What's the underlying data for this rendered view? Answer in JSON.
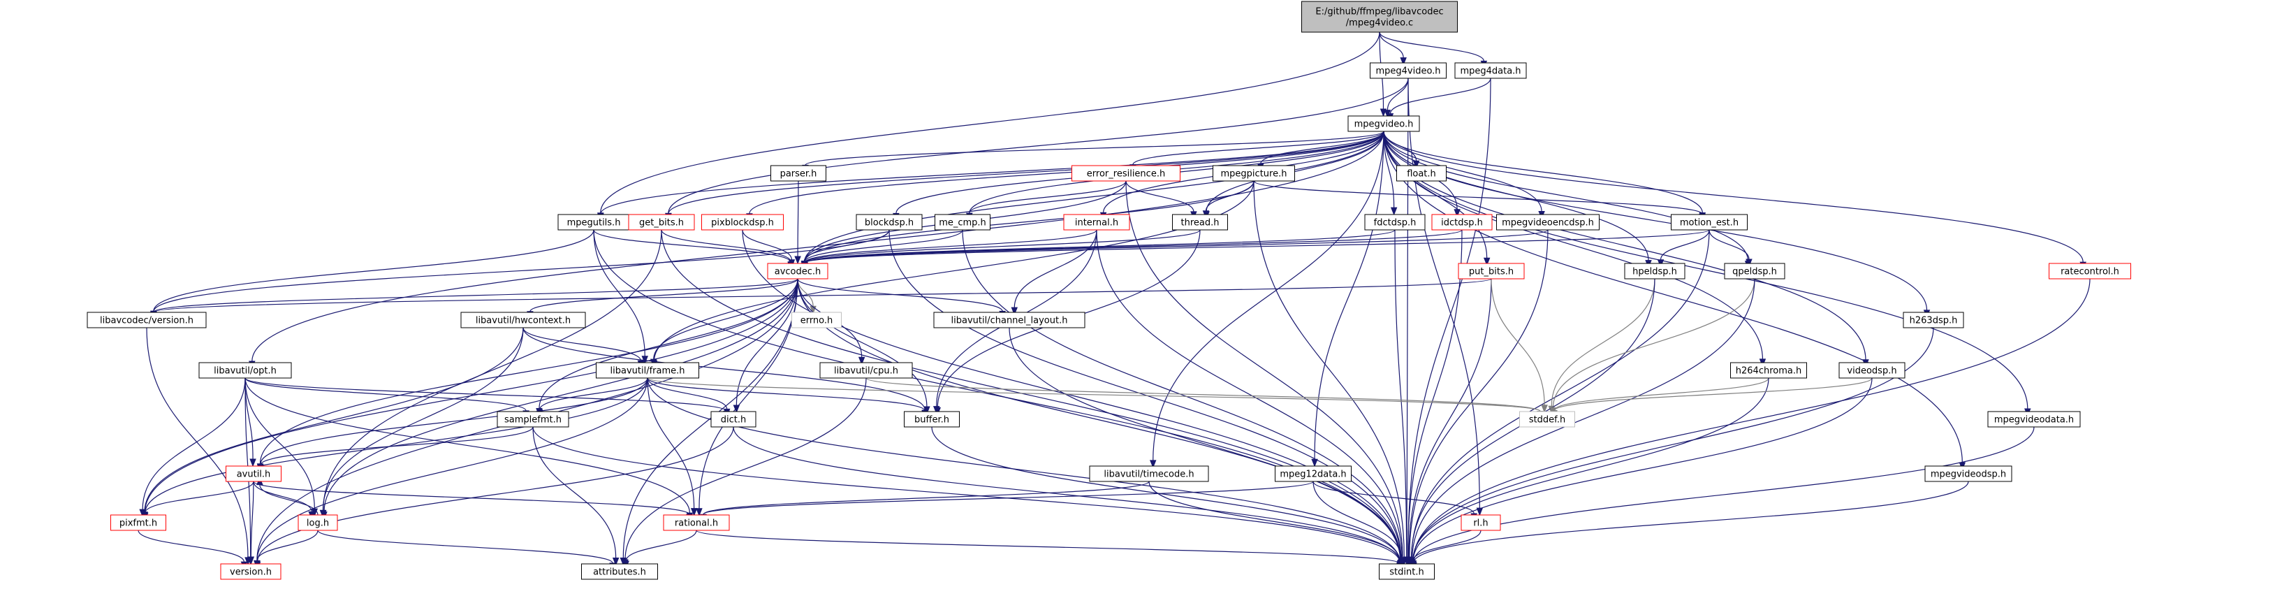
{
  "graph": {
    "colors": {
      "edge": "#191970",
      "edge_grey": "#7f7f7f",
      "border_normal": "#000000",
      "border_red": "#ff0000",
      "border_grey": "#bfbfbf",
      "root_fill": "#bfbfbf",
      "fill": "#ffffff"
    },
    "nodes": [
      {
        "id": "root",
        "label": "E:/github/ffmpeg/libavcodec\n/mpeg4video.c",
        "style": "root"
      },
      {
        "id": "mpeg4video_h",
        "label": "mpeg4video.h",
        "style": "normal"
      },
      {
        "id": "mpeg4data_h",
        "label": "mpeg4data.h",
        "style": "normal"
      },
      {
        "id": "mpegvideo_h",
        "label": "mpegvideo.h",
        "style": "normal"
      },
      {
        "id": "parser_h",
        "label": "parser.h",
        "style": "normal"
      },
      {
        "id": "error_resilience_h",
        "label": "error_resilience.h",
        "style": "red"
      },
      {
        "id": "mpegpicture_h",
        "label": "mpegpicture.h",
        "style": "normal"
      },
      {
        "id": "float_h",
        "label": "float.h",
        "style": "normal"
      },
      {
        "id": "mpegutils_h",
        "label": "mpegutils.h",
        "style": "normal"
      },
      {
        "id": "get_bits_h",
        "label": "get_bits.h",
        "style": "red"
      },
      {
        "id": "pixblockdsp_h",
        "label": "pixblockdsp.h",
        "style": "red"
      },
      {
        "id": "blockdsp_h",
        "label": "blockdsp.h",
        "style": "normal"
      },
      {
        "id": "me_cmp_h",
        "label": "me_cmp.h",
        "style": "normal"
      },
      {
        "id": "internal_h",
        "label": "internal.h",
        "style": "red"
      },
      {
        "id": "thread_h",
        "label": "thread.h",
        "style": "normal"
      },
      {
        "id": "fdctdsp_h",
        "label": "fdctdsp.h",
        "style": "normal"
      },
      {
        "id": "idctdsp_h",
        "label": "idctdsp.h",
        "style": "red"
      },
      {
        "id": "mpegvideoencdsp_h",
        "label": "mpegvideoencdsp.h",
        "style": "normal"
      },
      {
        "id": "motion_est_h",
        "label": "motion_est.h",
        "style": "normal"
      },
      {
        "id": "ratecontrol_h",
        "label": "ratecontrol.h",
        "style": "red"
      },
      {
        "id": "avcodec_h",
        "label": "avcodec.h",
        "style": "red"
      },
      {
        "id": "put_bits_h",
        "label": "put_bits.h",
        "style": "red"
      },
      {
        "id": "hpeldsp_h",
        "label": "hpeldsp.h",
        "style": "normal"
      },
      {
        "id": "qpeldsp_h",
        "label": "qpeldsp.h",
        "style": "normal"
      },
      {
        "id": "libavcodec_version_h",
        "label": "libavcodec/version.h",
        "style": "normal"
      },
      {
        "id": "errno_h",
        "label": "errno.h",
        "style": "grey"
      },
      {
        "id": "channel_layout_h",
        "label": "libavutil/channel_layout.h",
        "style": "normal"
      },
      {
        "id": "h263dsp_h",
        "label": "h263dsp.h",
        "style": "normal"
      },
      {
        "id": "hwcontext_h",
        "label": "libavutil/hwcontext.h",
        "style": "normal"
      },
      {
        "id": "opt_h",
        "label": "libavutil/opt.h",
        "style": "normal"
      },
      {
        "id": "frame_h",
        "label": "libavutil/frame.h",
        "style": "normal"
      },
      {
        "id": "cpu_h",
        "label": "libavutil/cpu.h",
        "style": "normal"
      },
      {
        "id": "h264chroma_h",
        "label": "h264chroma.h",
        "style": "normal"
      },
      {
        "id": "videodsp_h",
        "label": "videodsp.h",
        "style": "normal"
      },
      {
        "id": "samplefmt_h",
        "label": "samplefmt.h",
        "style": "normal"
      },
      {
        "id": "dict_h",
        "label": "dict.h",
        "style": "normal"
      },
      {
        "id": "buffer_h",
        "label": "buffer.h",
        "style": "normal"
      },
      {
        "id": "stddef_h",
        "label": "stddef.h",
        "style": "grey"
      },
      {
        "id": "mpegvideodata_h",
        "label": "mpegvideodata.h",
        "style": "normal"
      },
      {
        "id": "avutil_h",
        "label": "avutil.h",
        "style": "red"
      },
      {
        "id": "timecode_h",
        "label": "libavutil/timecode.h",
        "style": "normal"
      },
      {
        "id": "mpeg12data_h",
        "label": "mpeg12data.h",
        "style": "normal"
      },
      {
        "id": "mpegvideodsp_h",
        "label": "mpegvideodsp.h",
        "style": "normal"
      },
      {
        "id": "pixfmt_h",
        "label": "pixfmt.h",
        "style": "red"
      },
      {
        "id": "log_h",
        "label": "log.h",
        "style": "red"
      },
      {
        "id": "rational_h",
        "label": "rational.h",
        "style": "red"
      },
      {
        "id": "rl_h",
        "label": "rl.h",
        "style": "red"
      },
      {
        "id": "version_h",
        "label": "version.h",
        "style": "red"
      },
      {
        "id": "attributes_h",
        "label": "attributes.h",
        "style": "normal"
      },
      {
        "id": "stdint_h",
        "label": "stdint.h",
        "style": "normal"
      }
    ],
    "edges": [
      [
        "root",
        "mpeg4video_h"
      ],
      [
        "root",
        "mpeg4data_h"
      ],
      [
        "root",
        "mpegvideo_h"
      ],
      [
        "root",
        "mpegutils_h"
      ],
      [
        "mpeg4video_h",
        "mpegvideo_h"
      ],
      [
        "mpeg4video_h",
        "get_bits_h"
      ],
      [
        "mpeg4video_h",
        "rl_h"
      ],
      [
        "mpeg4video_h",
        "stdint_h"
      ],
      [
        "mpeg4data_h",
        "mpegvideo_h"
      ],
      [
        "mpeg4data_h",
        "stdint_h"
      ],
      [
        "mpegvideo_h",
        "parser_h"
      ],
      [
        "mpegvideo_h",
        "error_resilience_h"
      ],
      [
        "mpegvideo_h",
        "mpegpicture_h"
      ],
      [
        "mpegvideo_h",
        "float_h"
      ],
      [
        "mpegvideo_h",
        "mpegutils_h"
      ],
      [
        "mpegvideo_h",
        "get_bits_h"
      ],
      [
        "mpegvideo_h",
        "pixblockdsp_h"
      ],
      [
        "mpegvideo_h",
        "blockdsp_h"
      ],
      [
        "mpegvideo_h",
        "me_cmp_h"
      ],
      [
        "mpegvideo_h",
        "internal_h"
      ],
      [
        "mpegvideo_h",
        "thread_h"
      ],
      [
        "mpegvideo_h",
        "fdctdsp_h"
      ],
      [
        "mpegvideo_h",
        "idctdsp_h"
      ],
      [
        "mpegvideo_h",
        "mpegvideoencdsp_h"
      ],
      [
        "mpegvideo_h",
        "motion_est_h"
      ],
      [
        "mpegvideo_h",
        "ratecontrol_h"
      ],
      [
        "mpegvideo_h",
        "avcodec_h"
      ],
      [
        "mpegvideo_h",
        "put_bits_h"
      ],
      [
        "mpegvideo_h",
        "hpeldsp_h"
      ],
      [
        "mpegvideo_h",
        "qpeldsp_h"
      ],
      [
        "mpegvideo_h",
        "h263dsp_h"
      ],
      [
        "mpegvideo_h",
        "h264chroma_h"
      ],
      [
        "mpegvideo_h",
        "videodsp_h"
      ],
      [
        "mpegvideo_h",
        "mpegvideodata_h"
      ],
      [
        "mpegvideo_h",
        "mpegvideodsp_h"
      ],
      [
        "mpegvideo_h",
        "mpeg12data_h"
      ],
      [
        "mpegvideo_h",
        "timecode_h"
      ],
      [
        "mpegvideo_h",
        "opt_h"
      ],
      [
        "parser_h",
        "avcodec_h"
      ],
      [
        "error_resilience_h",
        "avcodec_h"
      ],
      [
        "error_resilience_h",
        "me_cmp_h"
      ],
      [
        "error_resilience_h",
        "thread_h"
      ],
      [
        "error_resilience_h",
        "stdint_h"
      ],
      [
        "mpegpicture_h",
        "avcodec_h"
      ],
      [
        "mpegpicture_h",
        "thread_h"
      ],
      [
        "mpegpicture_h",
        "motion_est_h"
      ],
      [
        "mpegpicture_h",
        "frame_h"
      ],
      [
        "mpegpicture_h",
        "stdint_h"
      ],
      [
        "mpegutils_h",
        "avcodec_h"
      ],
      [
        "mpegutils_h",
        "libavcodec_version_h"
      ],
      [
        "mpegutils_h",
        "frame_h"
      ],
      [
        "mpegutils_h",
        "stdint_h"
      ],
      [
        "get_bits_h",
        "avcodec_h"
      ],
      [
        "get_bits_h",
        "log_h"
      ],
      [
        "get_bits_h",
        "stdint_h"
      ],
      [
        "pixblockdsp_h",
        "avcodec_h"
      ],
      [
        "pixblockdsp_h",
        "stdint_h"
      ],
      [
        "blockdsp_h",
        "avcodec_h"
      ],
      [
        "blockdsp_h",
        "stdint_h"
      ],
      [
        "blockdsp_h",
        "libavcodec_version_h"
      ],
      [
        "me_cmp_h",
        "avcodec_h"
      ],
      [
        "me_cmp_h",
        "stdint_h"
      ],
      [
        "internal_h",
        "avcodec_h"
      ],
      [
        "internal_h",
        "channel_layout_h"
      ],
      [
        "internal_h",
        "buffer_h"
      ],
      [
        "internal_h",
        "stdint_h"
      ],
      [
        "thread_h",
        "avcodec_h"
      ],
      [
        "thread_h",
        "buffer_h"
      ],
      [
        "fdctdsp_h",
        "avcodec_h"
      ],
      [
        "fdctdsp_h",
        "stdint_h"
      ],
      [
        "idctdsp_h",
        "avcodec_h"
      ],
      [
        "idctdsp_h",
        "stdint_h"
      ],
      [
        "mpegvideoencdsp_h",
        "avcodec_h"
      ],
      [
        "mpegvideoencdsp_h",
        "stdint_h"
      ],
      [
        "motion_est_h",
        "avcodec_h"
      ],
      [
        "motion_est_h",
        "hpeldsp_h"
      ],
      [
        "motion_est_h",
        "qpeldsp_h"
      ],
      [
        "motion_est_h",
        "stdint_h"
      ],
      [
        "ratecontrol_h",
        "stdint_h"
      ],
      [
        "put_bits_h",
        "stdint_h"
      ],
      [
        "put_bits_h",
        "stddef_h"
      ],
      [
        "put_bits_h",
        "libavcodec_version_h"
      ],
      [
        "hpeldsp_h",
        "stddef_h"
      ],
      [
        "hpeldsp_h",
        "stdint_h"
      ],
      [
        "qpeldsp_h",
        "stddef_h"
      ],
      [
        "qpeldsp_h",
        "stdint_h"
      ],
      [
        "h263dsp_h",
        "stdint_h"
      ],
      [
        "h264chroma_h",
        "stddef_h"
      ],
      [
        "h264chroma_h",
        "stdint_h"
      ],
      [
        "videodsp_h",
        "stddef_h"
      ],
      [
        "videodsp_h",
        "stdint_h"
      ],
      [
        "mpegvideodata_h",
        "stdint_h"
      ],
      [
        "mpegvideodsp_h",
        "stdint_h"
      ],
      [
        "avcodec_h",
        "errno_h"
      ],
      [
        "avcodec_h",
        "libavcodec_version_h"
      ],
      [
        "avcodec_h",
        "channel_layout_h"
      ],
      [
        "avcodec_h",
        "hwcontext_h"
      ],
      [
        "avcodec_h",
        "frame_h"
      ],
      [
        "avcodec_h",
        "cpu_h"
      ],
      [
        "avcodec_h",
        "samplefmt_h"
      ],
      [
        "avcodec_h",
        "dict_h"
      ],
      [
        "avcodec_h",
        "buffer_h"
      ],
      [
        "avcodec_h",
        "avutil_h"
      ],
      [
        "avcodec_h",
        "pixfmt_h"
      ],
      [
        "avcodec_h",
        "log_h"
      ],
      [
        "avcodec_h",
        "rational_h"
      ],
      [
        "avcodec_h",
        "attributes_h"
      ],
      [
        "avcodec_h",
        "version_h"
      ],
      [
        "avcodec_h",
        "stdint_h"
      ],
      [
        "libavcodec_version_h",
        "version_h"
      ],
      [
        "channel_layout_h",
        "stdint_h"
      ],
      [
        "hwcontext_h",
        "frame_h"
      ],
      [
        "hwcontext_h",
        "buffer_h"
      ],
      [
        "hwcontext_h",
        "pixfmt_h"
      ],
      [
        "hwcontext_h",
        "log_h"
      ],
      [
        "opt_h",
        "dict_h"
      ],
      [
        "opt_h",
        "samplefmt_h"
      ],
      [
        "opt_h",
        "avutil_h"
      ],
      [
        "opt_h",
        "pixfmt_h"
      ],
      [
        "opt_h",
        "log_h"
      ],
      [
        "opt_h",
        "rational_h"
      ],
      [
        "opt_h",
        "version_h"
      ],
      [
        "frame_h",
        "dict_h"
      ],
      [
        "frame_h",
        "buffer_h"
      ],
      [
        "frame_h",
        "samplefmt_h"
      ],
      [
        "frame_h",
        "avutil_h"
      ],
      [
        "frame_h",
        "pixfmt_h"
      ],
      [
        "frame_h",
        "rational_h"
      ],
      [
        "frame_h",
        "version_h"
      ],
      [
        "frame_h",
        "stddef_h"
      ],
      [
        "frame_h",
        "stdint_h"
      ],
      [
        "cpu_h",
        "attributes_h"
      ],
      [
        "cpu_h",
        "stddef_h"
      ],
      [
        "samplefmt_h",
        "avutil_h"
      ],
      [
        "samplefmt_h",
        "attributes_h"
      ],
      [
        "samplefmt_h",
        "stdint_h"
      ],
      [
        "dict_h",
        "version_h"
      ],
      [
        "dict_h",
        "stdint_h"
      ],
      [
        "buffer_h",
        "stdint_h"
      ],
      [
        "avutil_h",
        "pixfmt_h"
      ],
      [
        "avutil_h",
        "log_h"
      ],
      [
        "avutil_h",
        "rational_h"
      ],
      [
        "avutil_h",
        "version_h"
      ],
      [
        "timecode_h",
        "rational_h"
      ],
      [
        "timecode_h",
        "stdint_h"
      ],
      [
        "mpeg12data_h",
        "rational_h"
      ],
      [
        "mpeg12data_h",
        "rl_h"
      ],
      [
        "mpeg12data_h",
        "stdint_h"
      ],
      [
        "pixfmt_h",
        "version_h"
      ],
      [
        "log_h",
        "avutil_h"
      ],
      [
        "log_h",
        "attributes_h"
      ],
      [
        "log_h",
        "version_h"
      ],
      [
        "rational_h",
        "attributes_h"
      ],
      [
        "rational_h",
        "stdint_h"
      ],
      [
        "rl_h",
        "stdint_h"
      ]
    ]
  }
}
